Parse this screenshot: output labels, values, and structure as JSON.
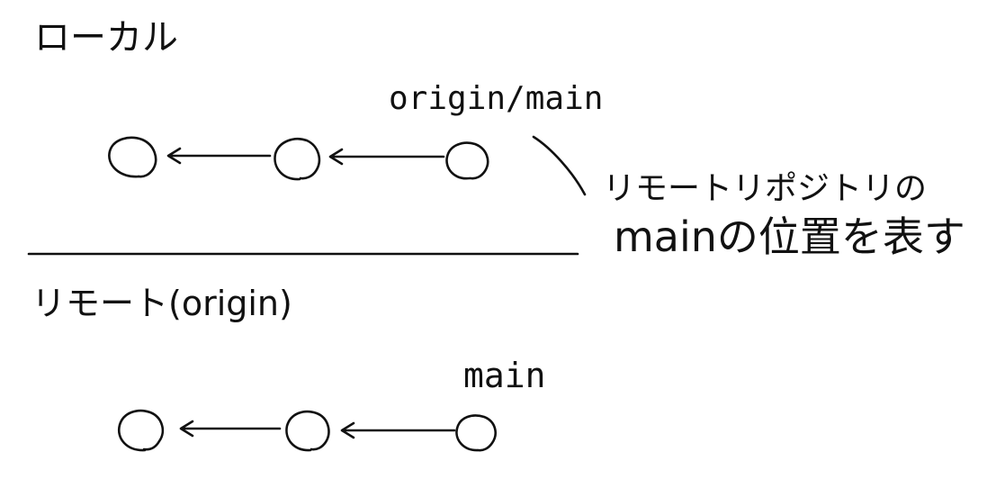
{
  "local": {
    "title": "ローカル",
    "branch_label": "origin/main"
  },
  "annotation": {
    "line1": "リモートリポジトリの",
    "line2": "mainの位置を表す"
  },
  "remote": {
    "title": "リモート(origin)",
    "branch_label": "main"
  }
}
